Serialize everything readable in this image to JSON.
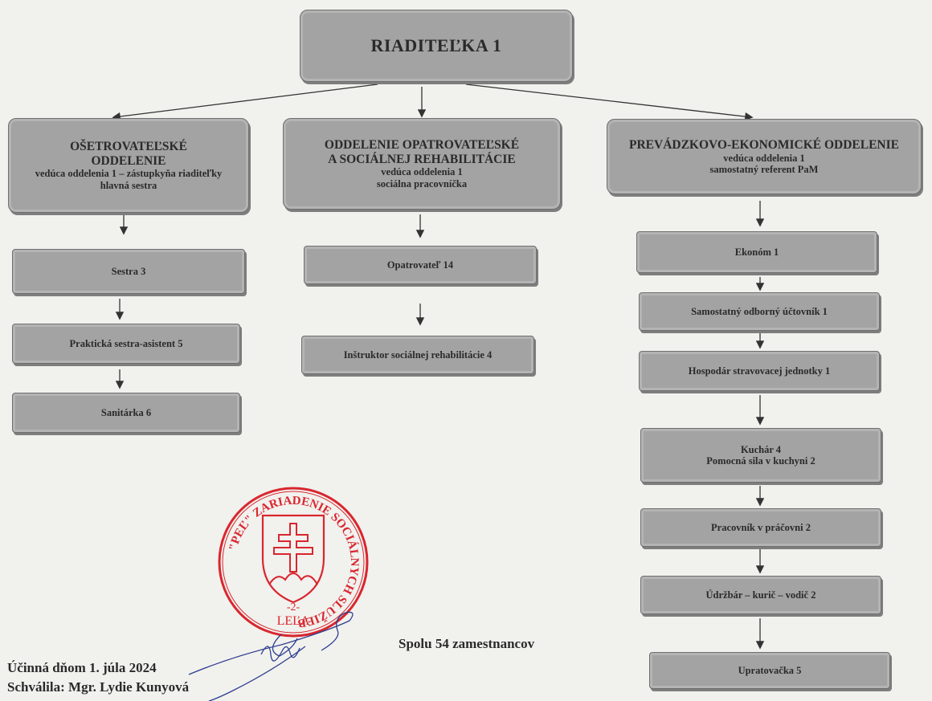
{
  "director": "RIADITEĽKA 1",
  "departments": [
    {
      "title_lines": [
        "OŠETROVATEĽSKÉ",
        "ODDELENIE"
      ],
      "sub_lines": [
        "vedúca oddelenia 1 – zástupkyňa riaditeľky",
        "hlavná sestra"
      ],
      "items": [
        "Sestra 3",
        "Praktická sestra-asistent 5",
        "Sanitárka 6"
      ]
    },
    {
      "title_lines": [
        "ODDELENIE OPATROVATEĽSKÉ",
        "A SOCIÁLNEJ REHABILITÁCIE"
      ],
      "sub_lines": [
        "vedúca oddelenia 1",
        "sociálna pracovníčka"
      ],
      "items": [
        "Opatrovateľ  14",
        "Inštruktor sociálnej rehabilitácie  4"
      ]
    },
    {
      "title_lines": [
        "PREVÁDZKOVO-EKONOMICKÉ ODDELENIE"
      ],
      "sub_lines": [
        "vedúca oddelenia 1",
        "samostatný referent PaM"
      ],
      "items": [
        "Ekonóm 1",
        "Samostatný odborný účtovník 1",
        "Hospodár stravovacej jednotky 1",
        [
          "Kuchár 4",
          "Pomocná sila v kuchyni  2"
        ],
        "Pracovník v práčovni 2",
        "Údržbár – kurič – vodič 2",
        "Upratovačka 5"
      ]
    }
  ],
  "total": "Spolu 54 zamestnancov",
  "effective": "Účinná dňom 1. júla 2024",
  "approved": "Schválila: Mgr. Lydie Kunyová",
  "stamp": {
    "ring_text": "\"PEĽ\" ZARIADENIE SOCIÁLNYCH SLUŽIEB",
    "number": "-2-",
    "city": "LEĽA",
    "color": "#d9262e"
  },
  "colors": {
    "box": "#a3a3a3",
    "border": "#6f6f6f",
    "background": "#f1f1ee"
  }
}
